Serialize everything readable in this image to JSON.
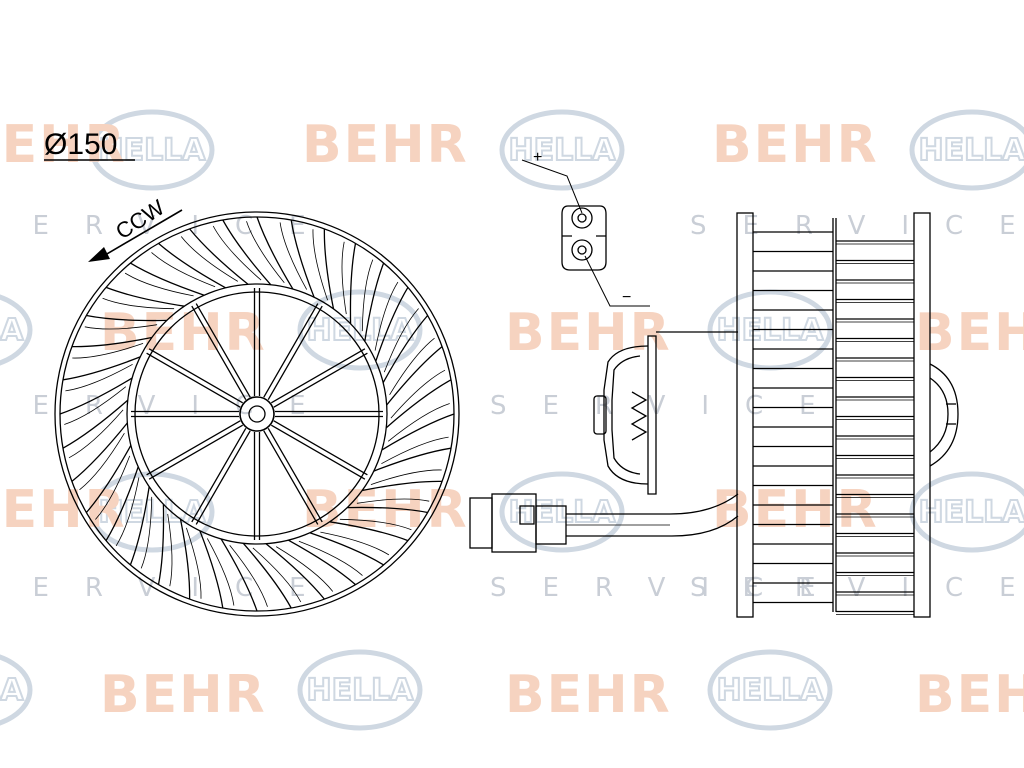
{
  "labels": {
    "diameter": "Ø150",
    "rotation": "CCW",
    "terminal_positive": "+",
    "terminal_negative": "−"
  },
  "watermark": {
    "brand_primary": "BEHR",
    "brand_secondary": "HELLA",
    "service_text": "SERVICE",
    "behr_color": "#f6d3c0",
    "hella_color": "#cfd8e2",
    "service_color": "#c9ced6"
  },
  "colors": {
    "line": "#000000",
    "background": "#ffffff"
  }
}
